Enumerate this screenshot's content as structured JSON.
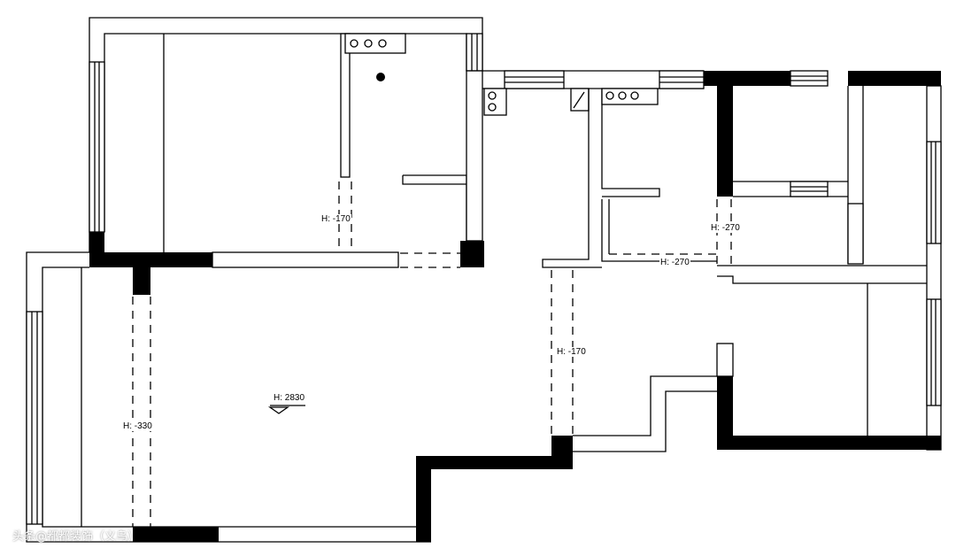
{
  "labels": {
    "kitchen_height": "H: -170",
    "corridor_height_right": "H: -270",
    "corridor_height_bottom": "H: -270",
    "passage_height": "H: -170",
    "floor_level": "H: 2830",
    "balcony_height": "H: -330"
  },
  "watermark": "头条@都都装饰（义乌）"
}
